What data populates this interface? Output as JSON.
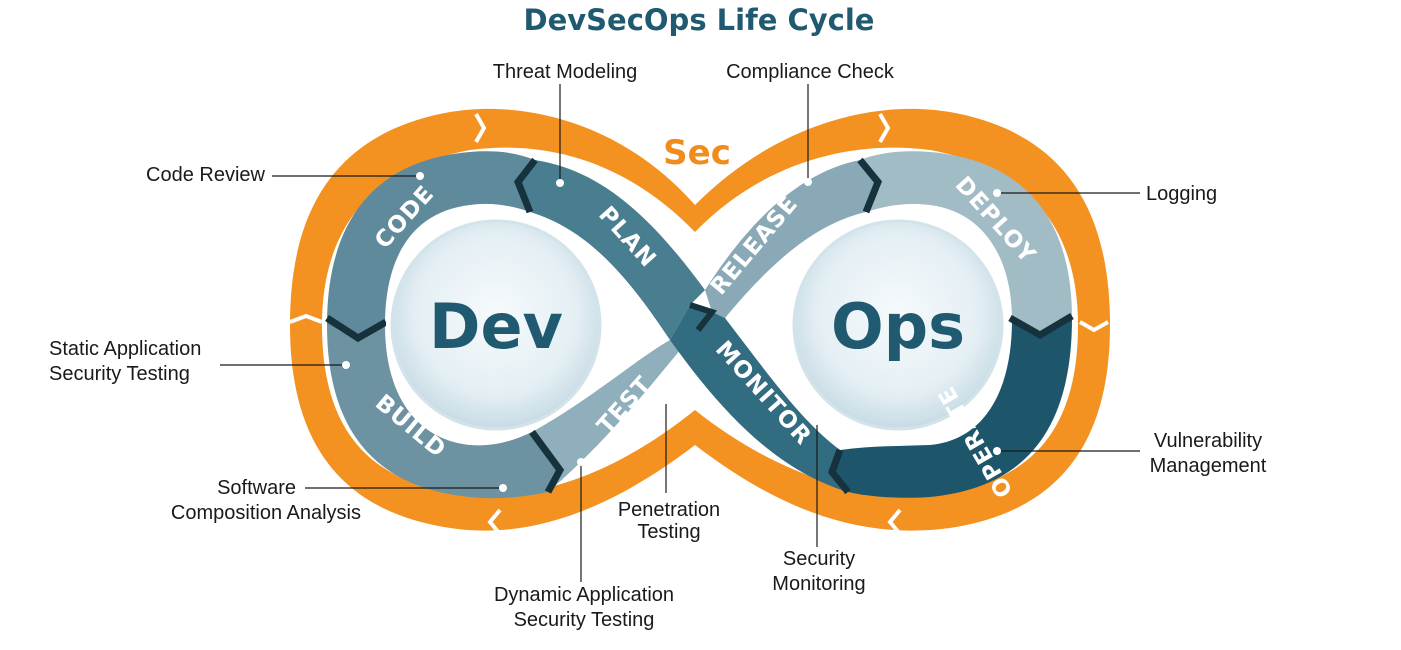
{
  "title": "DevSecOps Life Cycle",
  "sec_label": "Sec",
  "hubs": {
    "left": "Dev",
    "right": "Ops"
  },
  "stages": {
    "code": "CODE",
    "plan": "PLAN",
    "build": "BUILD",
    "test": "TEST",
    "release": "RELEASE",
    "deploy": "DEPLOY",
    "monitor": "MONITOR",
    "operate": "OPERATE"
  },
  "callouts": {
    "code_review": "Code Review",
    "threat_modeling": "Threat Modeling",
    "compliance_check": "Compliance Check",
    "logging": "Logging",
    "sast_1": "Static Application",
    "sast_2": "Security Testing",
    "sca_1": "Software",
    "sca_2": "Composition Analysis",
    "dast_1": "Dynamic Application",
    "dast_2": "Security Testing",
    "pentest_1": "Penetration",
    "pentest_2": "Testing",
    "secmon_1": "Security",
    "secmon_2": "Monitoring",
    "vuln_1": "Vulnerability",
    "vuln_2": "Management"
  },
  "colors": {
    "orange": "#f39220",
    "code": "#5f8a9b",
    "plan": "#497e91",
    "build": "#6d93a3",
    "test": "#8eafbb",
    "release": "#88a9b5",
    "deploy": "#a2bcc6",
    "monitor": "#326c81",
    "operate": "#1d566b",
    "hub_text": "#1f5a70"
  }
}
